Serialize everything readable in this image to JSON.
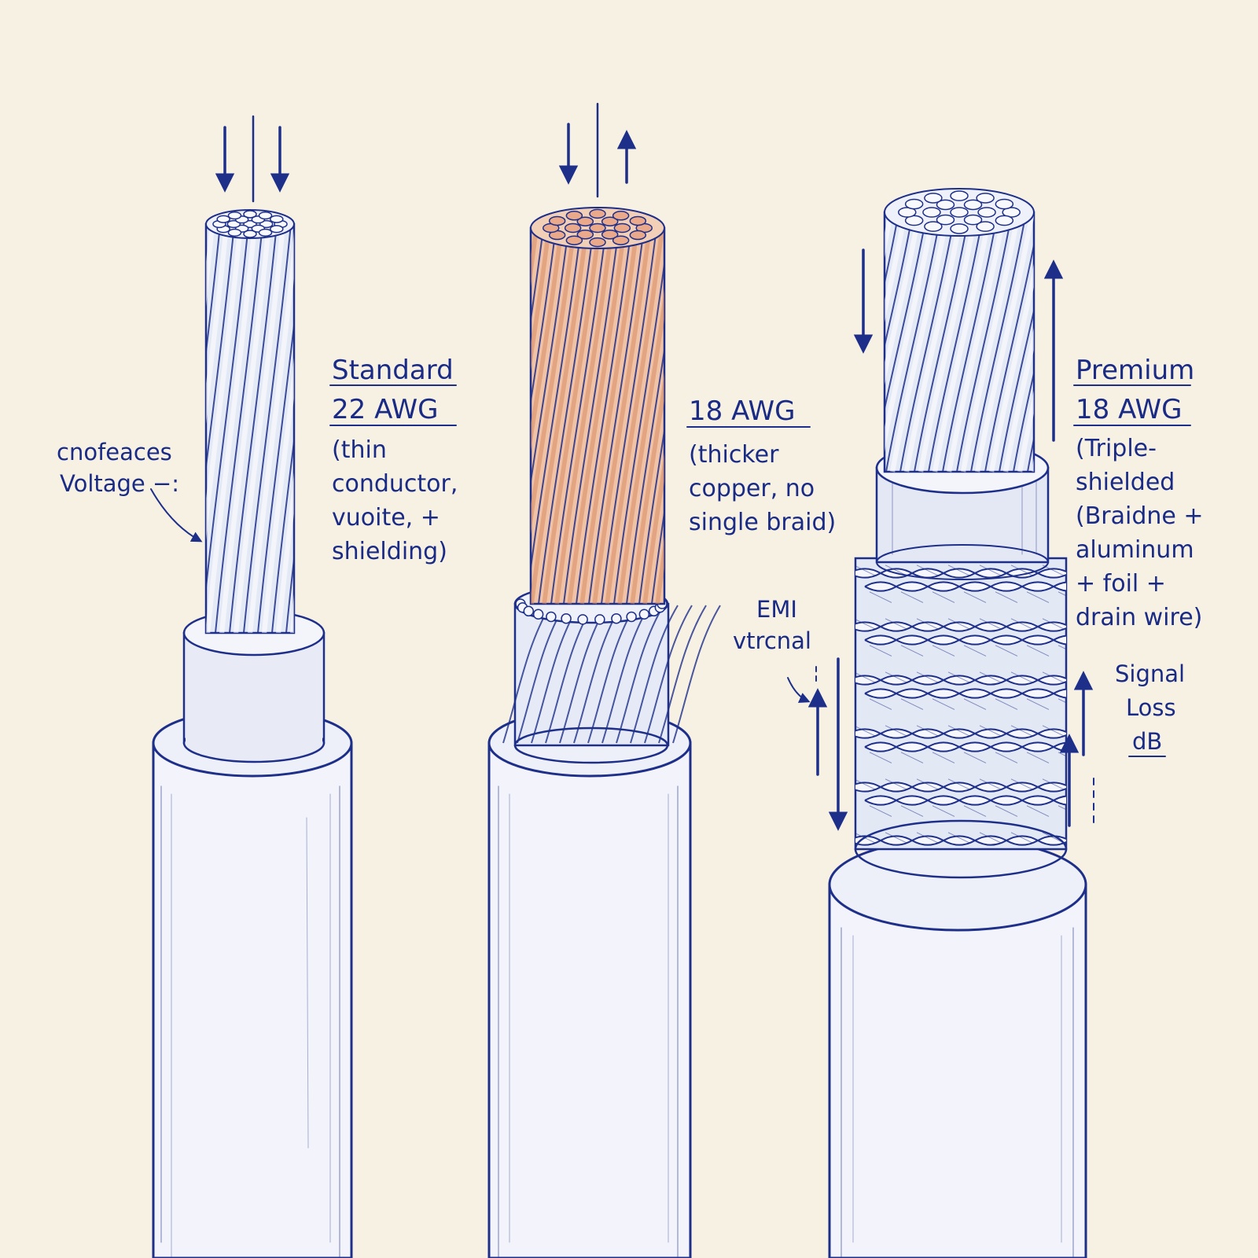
{
  "colors": {
    "paper": "#f7f1e3",
    "ink": "#1e2f8a",
    "copper": "#d98b62",
    "shade": "#dbe1f2"
  },
  "cables": [
    {
      "title_lines": [
        "Standard",
        "22 AWG"
      ],
      "desc_lines": [
        "(thin",
        "conductor,",
        "vuoite, +",
        "shielding)"
      ]
    },
    {
      "title_lines": [
        "18 AWG"
      ],
      "desc_lines": [
        "(thicker",
        "copper, no",
        "single braid)"
      ]
    },
    {
      "title_lines": [
        "Premium",
        "18 AWG"
      ],
      "desc_lines": [
        "(Triple-",
        "shielded",
        "(Braidne +",
        "aluminum",
        "+ foil +",
        "drain wire)"
      ]
    }
  ],
  "annotations": {
    "voltage_lines": [
      "cnofeaces",
      "Voltage −:"
    ],
    "emi_lines": [
      "EMI",
      "vtrcnal"
    ],
    "signal_lines": [
      "Signal",
      "Loss",
      "dB"
    ]
  },
  "icons": [
    "arrow-down-icon",
    "arrow-up-icon",
    "pointer-arrow-icon"
  ]
}
